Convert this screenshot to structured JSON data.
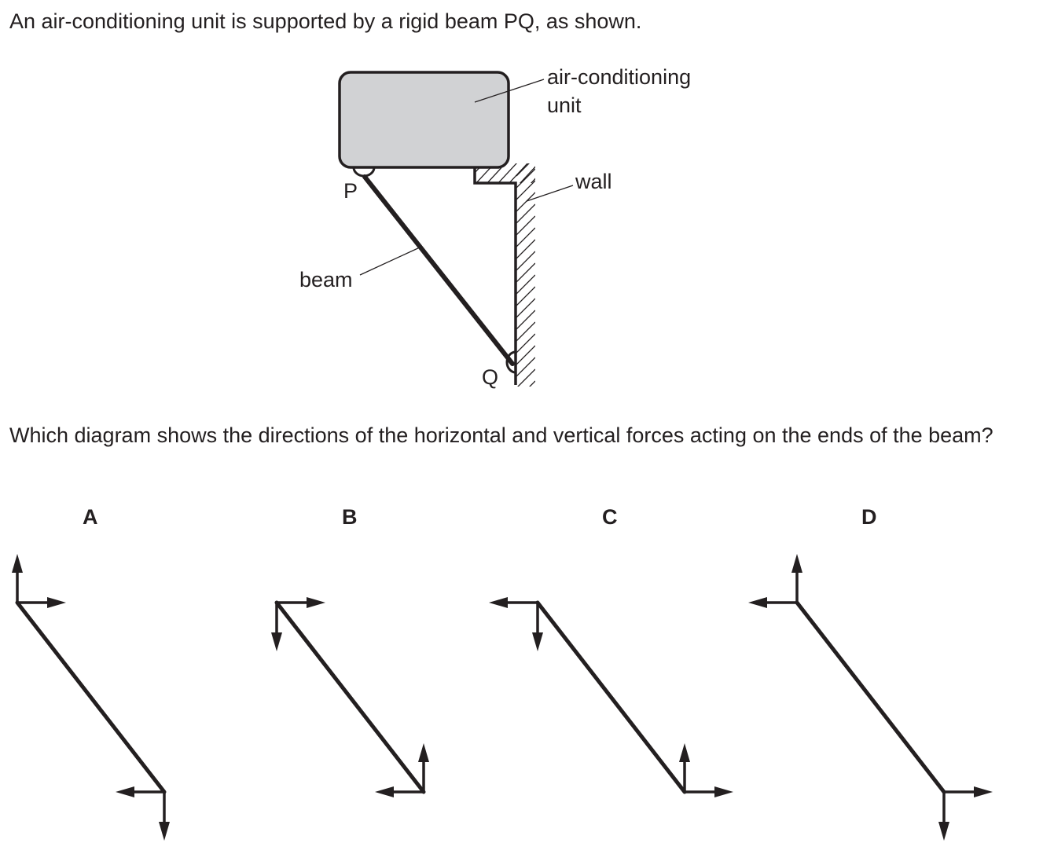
{
  "question": {
    "stem": "An air-conditioning unit is supported by a rigid beam PQ, as shown.",
    "prompt": "Which diagram shows the directions of the horizontal and vertical forces acting on the ends of the beam?"
  },
  "figure": {
    "labels": {
      "unit_line1": "air-conditioning",
      "unit_line2": "unit",
      "wall": "wall",
      "beam": "beam",
      "end_top": "P",
      "end_bottom": "Q"
    },
    "colors": {
      "unit_fill": "#d1d2d4",
      "ink": "#231f20"
    }
  },
  "options": [
    {
      "letter": "A",
      "top_end": {
        "vertical": "up",
        "horizontal": "right"
      },
      "bottom_end": {
        "vertical": "down",
        "horizontal": "left"
      }
    },
    {
      "letter": "B",
      "top_end": {
        "vertical": "down",
        "horizontal": "right"
      },
      "bottom_end": {
        "vertical": "up",
        "horizontal": "left"
      }
    },
    {
      "letter": "C",
      "top_end": {
        "vertical": "down",
        "horizontal": "left"
      },
      "bottom_end": {
        "vertical": "up",
        "horizontal": "right"
      }
    },
    {
      "letter": "D",
      "top_end": {
        "vertical": "up",
        "horizontal": "left"
      },
      "bottom_end": {
        "vertical": "down",
        "horizontal": "right"
      }
    }
  ]
}
